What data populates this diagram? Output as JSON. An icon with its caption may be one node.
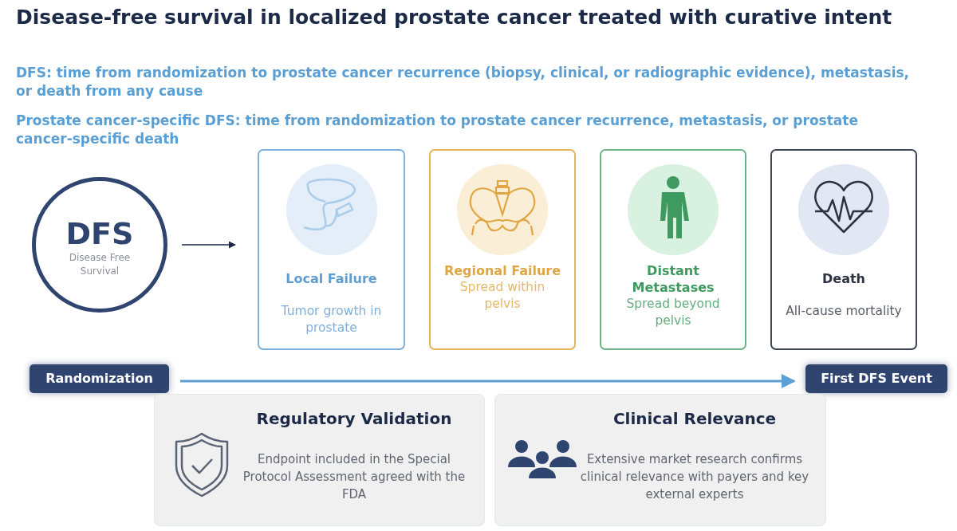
{
  "diagram": {
    "title": "Disease-free survival in localized prostate cancer treated with curative intent",
    "nodes": [
      {
        "text": [
          "DFS",
          "Disease Free Survival"
        ]
      },
      {
        "text": [
          "Local Failure",
          "Tumor growth in prostate"
        ]
      },
      {
        "text": [
          "Regional Failure",
          "Spread within pelvis"
        ]
      },
      {
        "text": [
          "Distant Metastases",
          "Spread beyond pelvis"
        ]
      },
      {
        "text": [
          "Death",
          "All-cause mortality"
        ]
      },
      {
        "text": [
          "Randomization"
        ]
      },
      {
        "text": [
          "First DFS Event"
        ]
      },
      {
        "text": [
          "Regulatory Validation",
          "Endpoint included in the Special Protocol Assessment agreed with the FDA"
        ]
      },
      {
        "text": [
          "Clinical Relevance",
          "Extensive market research confirms clinical relevance with payers and key external experts"
        ]
      }
    ],
    "edges": [
      {
        "from": 0,
        "to": 1,
        "arrow": "to"
      },
      {
        "from": 5,
        "to": 6,
        "arrow": "to",
        "color": "#5b9fd6"
      }
    ],
    "labels": [
      "DFS: time from randomization to prostate cancer recurrence (biopsy, clinical, or radiographic evidence), metastasis, or death from any cause",
      "Prostate cancer-specific DFS: time from randomization to prostate cancer recurrence, metastasis, or prostate cancer-specific death"
    ]
  }
}
